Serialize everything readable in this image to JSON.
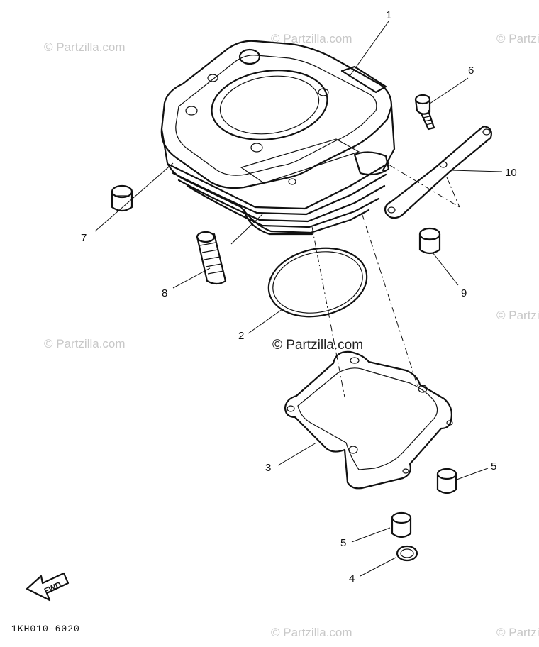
{
  "diagram": {
    "watermarks": {
      "corner": "© Partzilla.com",
      "center": "© Partzilla.com"
    },
    "reference_code": "1KH010-6020",
    "fwd_label": "FWD",
    "callouts": [
      "1",
      "6",
      "10",
      "7",
      "8",
      "9",
      "2",
      "3",
      "5",
      "5",
      "4"
    ]
  }
}
